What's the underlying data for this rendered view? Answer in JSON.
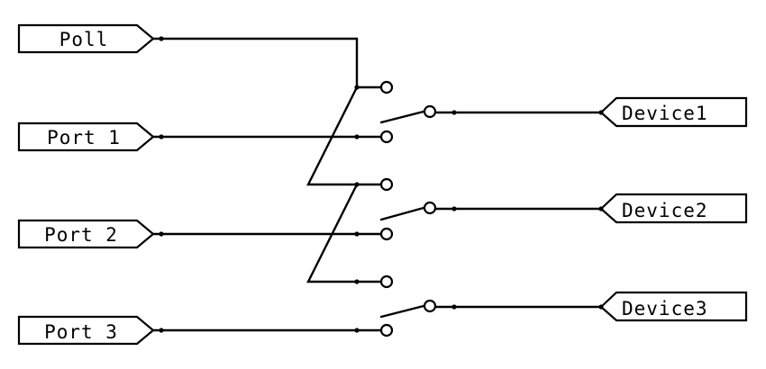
{
  "diagram": {
    "inputs": [
      {
        "id": "poll",
        "label": "Poll"
      },
      {
        "id": "port1",
        "label": "Port 1"
      },
      {
        "id": "port2",
        "label": "Port 2"
      },
      {
        "id": "port3",
        "label": "Port 3"
      }
    ],
    "outputs": [
      {
        "id": "device1",
        "label": "Device1"
      },
      {
        "id": "device2",
        "label": "Device2"
      },
      {
        "id": "device3",
        "label": "Device3"
      }
    ],
    "colors": {
      "line": "#000000",
      "background": "#ffffff"
    }
  }
}
